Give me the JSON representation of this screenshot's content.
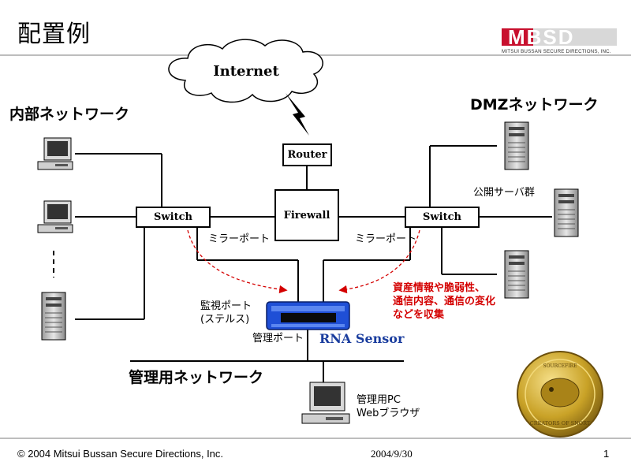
{
  "title": "配置例",
  "logo": {
    "mark": "MBSD",
    "subtitle": "MITSUI BUSSAN SECURE DIRECTIONS, INC."
  },
  "cloud_label": "Internet",
  "labels": {
    "internal": "内部ネットワーク",
    "dmz": "DMZネットワーク",
    "public_servers": "公開サーバ群",
    "management": "管理用ネットワーク",
    "mirror_left": "ミラーポート",
    "mirror_right": "ミラーポート",
    "monitor_port_1": "監視ポート",
    "monitor_port_2": "(ステルス)",
    "mgmt_port": "管理ポート",
    "sensor": "RNA Sensor",
    "pc_1": "管理用PC",
    "pc_2": "Webブラウザ",
    "collect_1": "資産情報や脆弱性、",
    "collect_2": "通信内容、通信の変化",
    "collect_3": "などを収集"
  },
  "nodes": {
    "router": "Router",
    "firewall": "Firewall",
    "switch_left": "Switch",
    "switch_right": "Switch"
  },
  "badge": {
    "top": "SOURCEFIRE",
    "bottom": "CREATORS OF SNORT"
  },
  "footer": {
    "copyright": "© 2004 Mitsui Bussan Secure Directions, Inc.",
    "date": "2004/9/30",
    "page": "1"
  },
  "colors": {
    "sensor_blue": "#1a3d9e",
    "annotation_red": "#d40000",
    "badge_gold": "#c9a227",
    "logo_red": "#c8102e"
  }
}
